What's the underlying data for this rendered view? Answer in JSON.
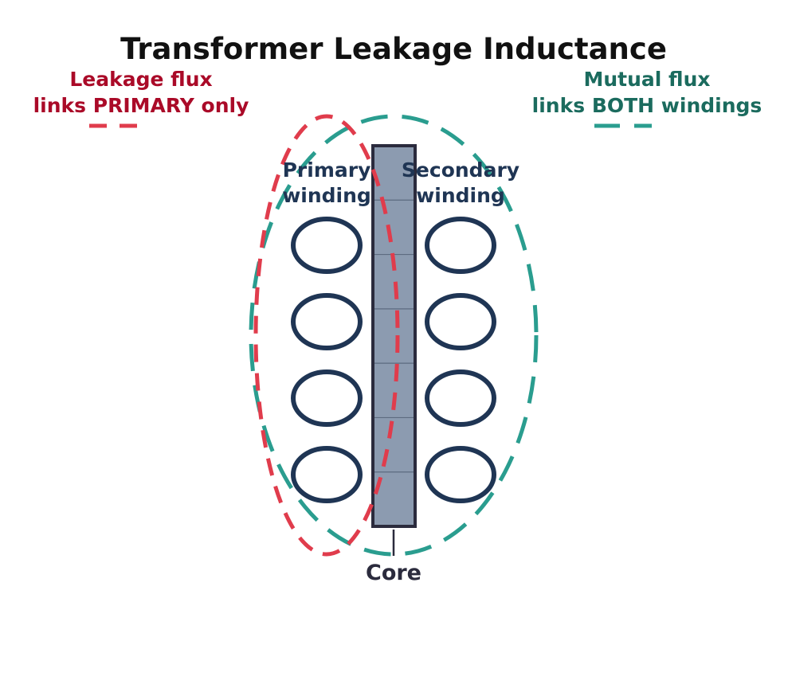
{
  "title": "Transformer Leakage Inductance",
  "legend": {
    "leakage": {
      "line1": "Leakage flux",
      "line2": "links PRIMARY only"
    },
    "mutual": {
      "line1": "Mutual flux",
      "line2": "links BOTH windings"
    }
  },
  "labels": {
    "primary": {
      "line1": "Primary",
      "line2": "winding"
    },
    "secondary": {
      "line1": "Secondary",
      "line2": "winding"
    },
    "core": "Core"
  },
  "colors": {
    "title": "#111111",
    "leakage_text": "#aa0a28",
    "leakage_line": "#e03c4c",
    "mutual_text": "#1b6b5e",
    "mutual_line": "#2a9d8f",
    "winding_stroke": "#1f3554",
    "core_fill": "#8c9bb0",
    "core_stroke": "#2b2b3d",
    "core_text": "#2b2b3d"
  },
  "windings": {
    "primary_turns": 4,
    "secondary_turns": 4
  },
  "core_segments": 7
}
